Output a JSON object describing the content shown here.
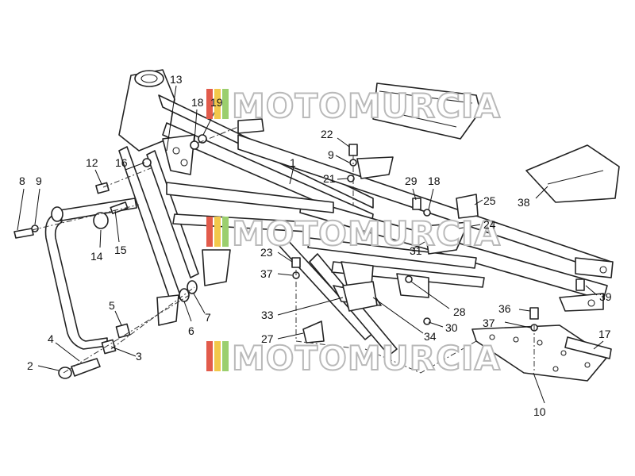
{
  "diagram": {
    "watermark": {
      "text": "MOTOMURCIA",
      "colors": [
        "#e25b4b",
        "#f2c84b",
        "#9bcf6e",
        "#c9c9c9"
      ]
    },
    "callouts": [
      "1",
      "2",
      "3",
      "4",
      "5",
      "6",
      "7",
      "8",
      "9",
      "10",
      "12",
      "13",
      "14",
      "15",
      "16",
      "17",
      "18",
      "19",
      "21",
      "22",
      "9",
      "18",
      "23",
      "24",
      "25",
      "27",
      "28",
      "29",
      "30",
      "31",
      "33",
      "34",
      "36",
      "37",
      "37",
      "38",
      "39"
    ],
    "colors": {
      "line": "#111111",
      "watermark_outline": "#b9b9b9"
    }
  }
}
